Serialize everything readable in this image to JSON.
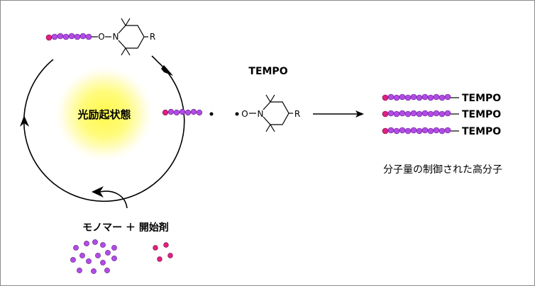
{
  "labels": {
    "excited_state": "光励起状態",
    "tempo_title": "TEMPO",
    "controlled_polymer": "分子量の制御された高分子",
    "monomer_initiator": "モノマー ＋ 開始剤",
    "alkoxyamine_o": "O",
    "alkoxyamine_n": "N",
    "alkoxyamine_r": "R",
    "radical_o": "O",
    "radical_n": "N",
    "radical_r": "R",
    "product_tempo": [
      "TEMPO",
      "TEMPO",
      "TEMPO"
    ]
  },
  "colors": {
    "monomer": "#b24be6",
    "initiator": "#e0207f",
    "glow_center": "#fff94a",
    "line": "#000000",
    "border": "#8a8a8a"
  }
}
